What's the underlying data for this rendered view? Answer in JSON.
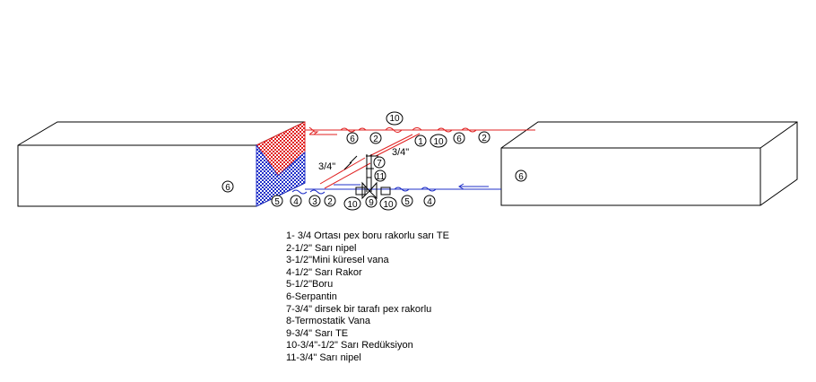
{
  "callouts": [
    {
      "id": "top-10",
      "text": "10"
    },
    {
      "id": "upper-6",
      "text": "6"
    },
    {
      "id": "upper-2",
      "text": "2"
    },
    {
      "id": "upper-1",
      "text": "1"
    },
    {
      "id": "upper-10",
      "text": "10"
    },
    {
      "id": "upper-6b",
      "text": "6"
    },
    {
      "id": "upper-2b",
      "text": "2"
    },
    {
      "id": "valve-7",
      "text": "7"
    },
    {
      "id": "valve-11",
      "text": "11"
    },
    {
      "id": "lower-5",
      "text": "5"
    },
    {
      "id": "lower-4",
      "text": "4"
    },
    {
      "id": "lower-3",
      "text": "3"
    },
    {
      "id": "lower-2",
      "text": "2"
    },
    {
      "id": "lower-10",
      "text": "10"
    },
    {
      "id": "lower-9",
      "text": "9"
    },
    {
      "id": "lower-10b",
      "text": "10"
    },
    {
      "id": "lower-5b",
      "text": "5"
    },
    {
      "id": "lower-4b",
      "text": "4"
    },
    {
      "id": "left-radiator-6",
      "text": "6"
    },
    {
      "id": "right-radiator-6",
      "text": "6"
    }
  ],
  "labels": {
    "size_left": "3/4\"",
    "size_right": "3/4\""
  },
  "legend": [
    "1- 3/4 Ortası pex boru rakorlu sarı TE",
    "2-1/2\" Sarı nipel",
    "3-1/2\"Mini küresel vana",
    "4-1/2\" Sarı Rakor",
    "5-1/2\"Boru",
    "6-Serpantin",
    "7-3/4\" dirsek bir tarafı pex rakorlu",
    "8-Termostatik Vana",
    "9-3/4\" Sarı TE",
    "10-3/4\"-1/2\" Sarı Redüksiyon",
    "11-3/4\" Sarı nipel"
  ],
  "colors": {
    "supply": "#e02020",
    "return": "#2030c8",
    "outline": "#000000"
  }
}
